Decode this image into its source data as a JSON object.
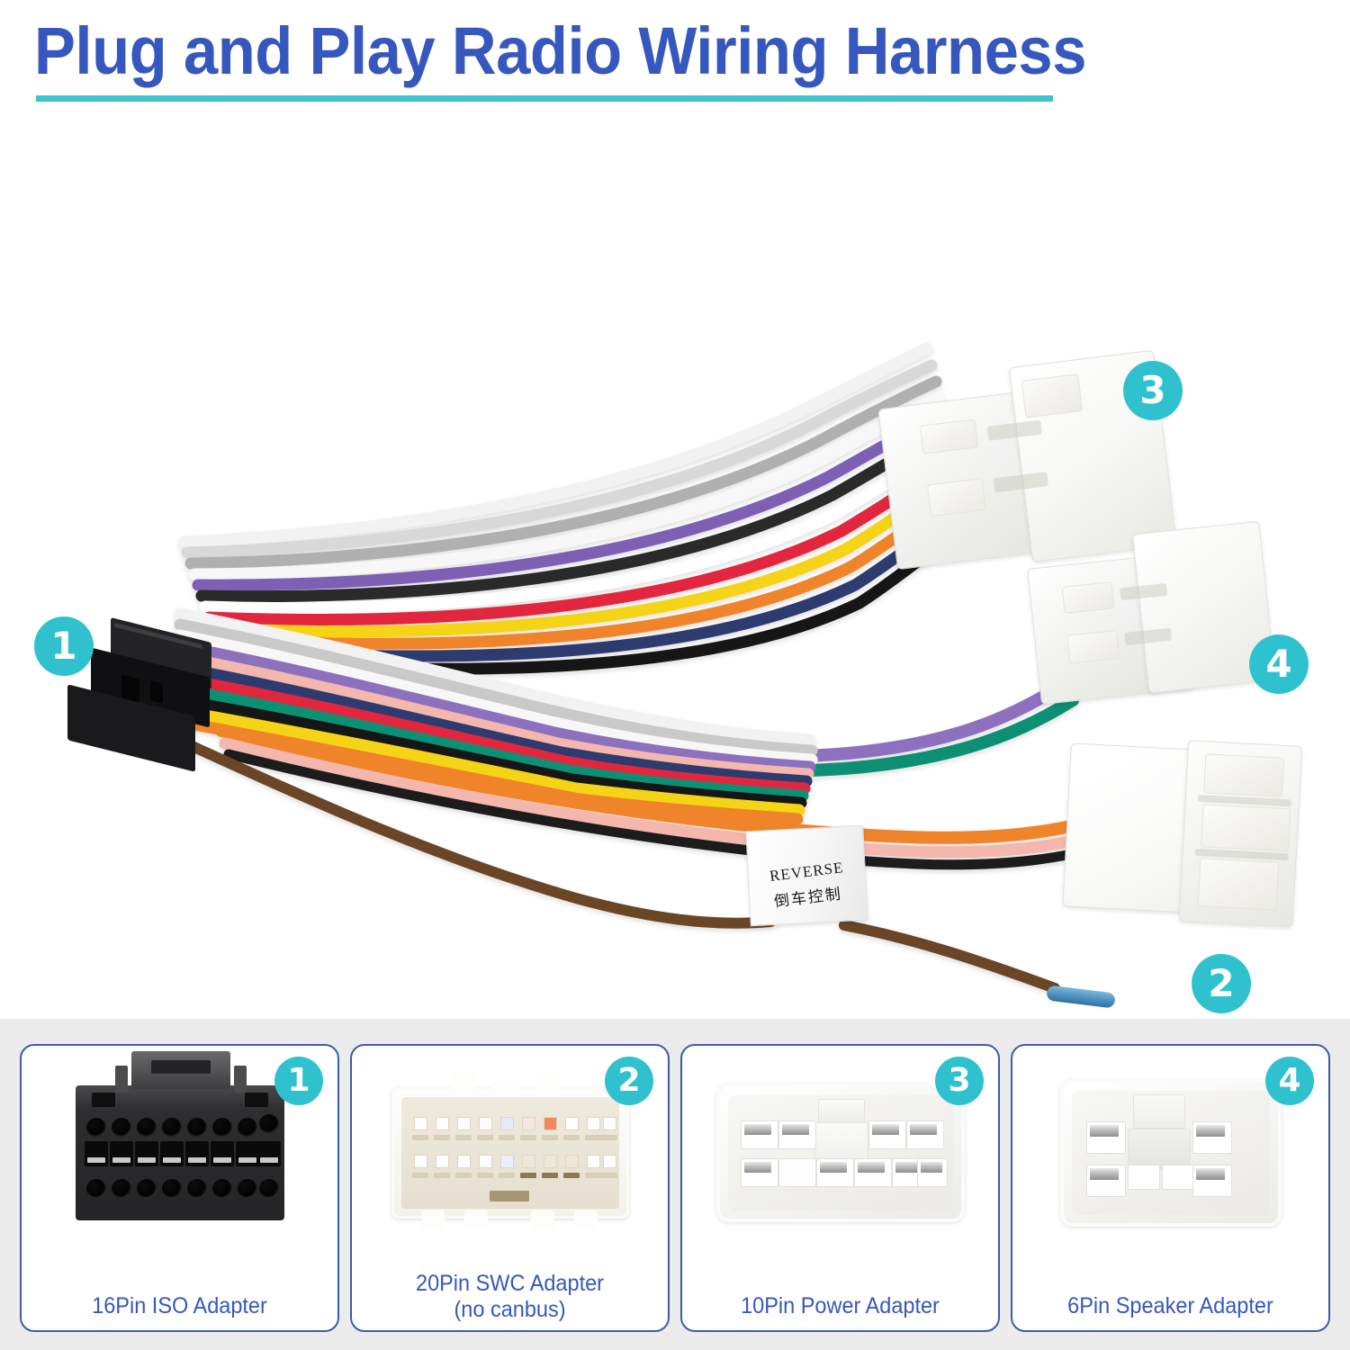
{
  "title": {
    "text": "Plug and Play Radio Wiring Harness",
    "color": "#3658BE",
    "underline_color": "#3FC3CC"
  },
  "badges": {
    "accent_color": "#2FC2CE",
    "main": [
      {
        "id": "1",
        "label": "1"
      },
      {
        "id": "2",
        "label": "2"
      },
      {
        "id": "3",
        "label": "3"
      },
      {
        "id": "4",
        "label": "4"
      }
    ]
  },
  "product_photo": {
    "reverse_tag": {
      "english": "REVERSE",
      "chinese": "倒车控制"
    },
    "wire_colors": [
      "#f2f2f2",
      "#b5b5b5",
      "#8d6fbe",
      "#f3b7ae",
      "#e2253c",
      "#161616",
      "#2d3a6e",
      "#0f8f73",
      "#f5d317",
      "#6b4428",
      "#f0842a",
      "#3b6fd0",
      "#ffffff"
    ],
    "connector_body_color": "#f3f3f1",
    "iso_connector_color": "#1a1a1d"
  },
  "bottom_panel": {
    "background": "#ececec",
    "card_border": "#3D5BA9",
    "cards": [
      {
        "badge": "1",
        "label": "16Pin ISO Adapter",
        "label_line2": ""
      },
      {
        "badge": "2",
        "label": "20Pin SWC Adapter",
        "label_line2": "(no canbus)"
      },
      {
        "badge": "3",
        "label": "10Pin Power Adapter",
        "label_line2": ""
      },
      {
        "badge": "4",
        "label": "6Pin Speaker Adapter",
        "label_line2": ""
      }
    ]
  }
}
